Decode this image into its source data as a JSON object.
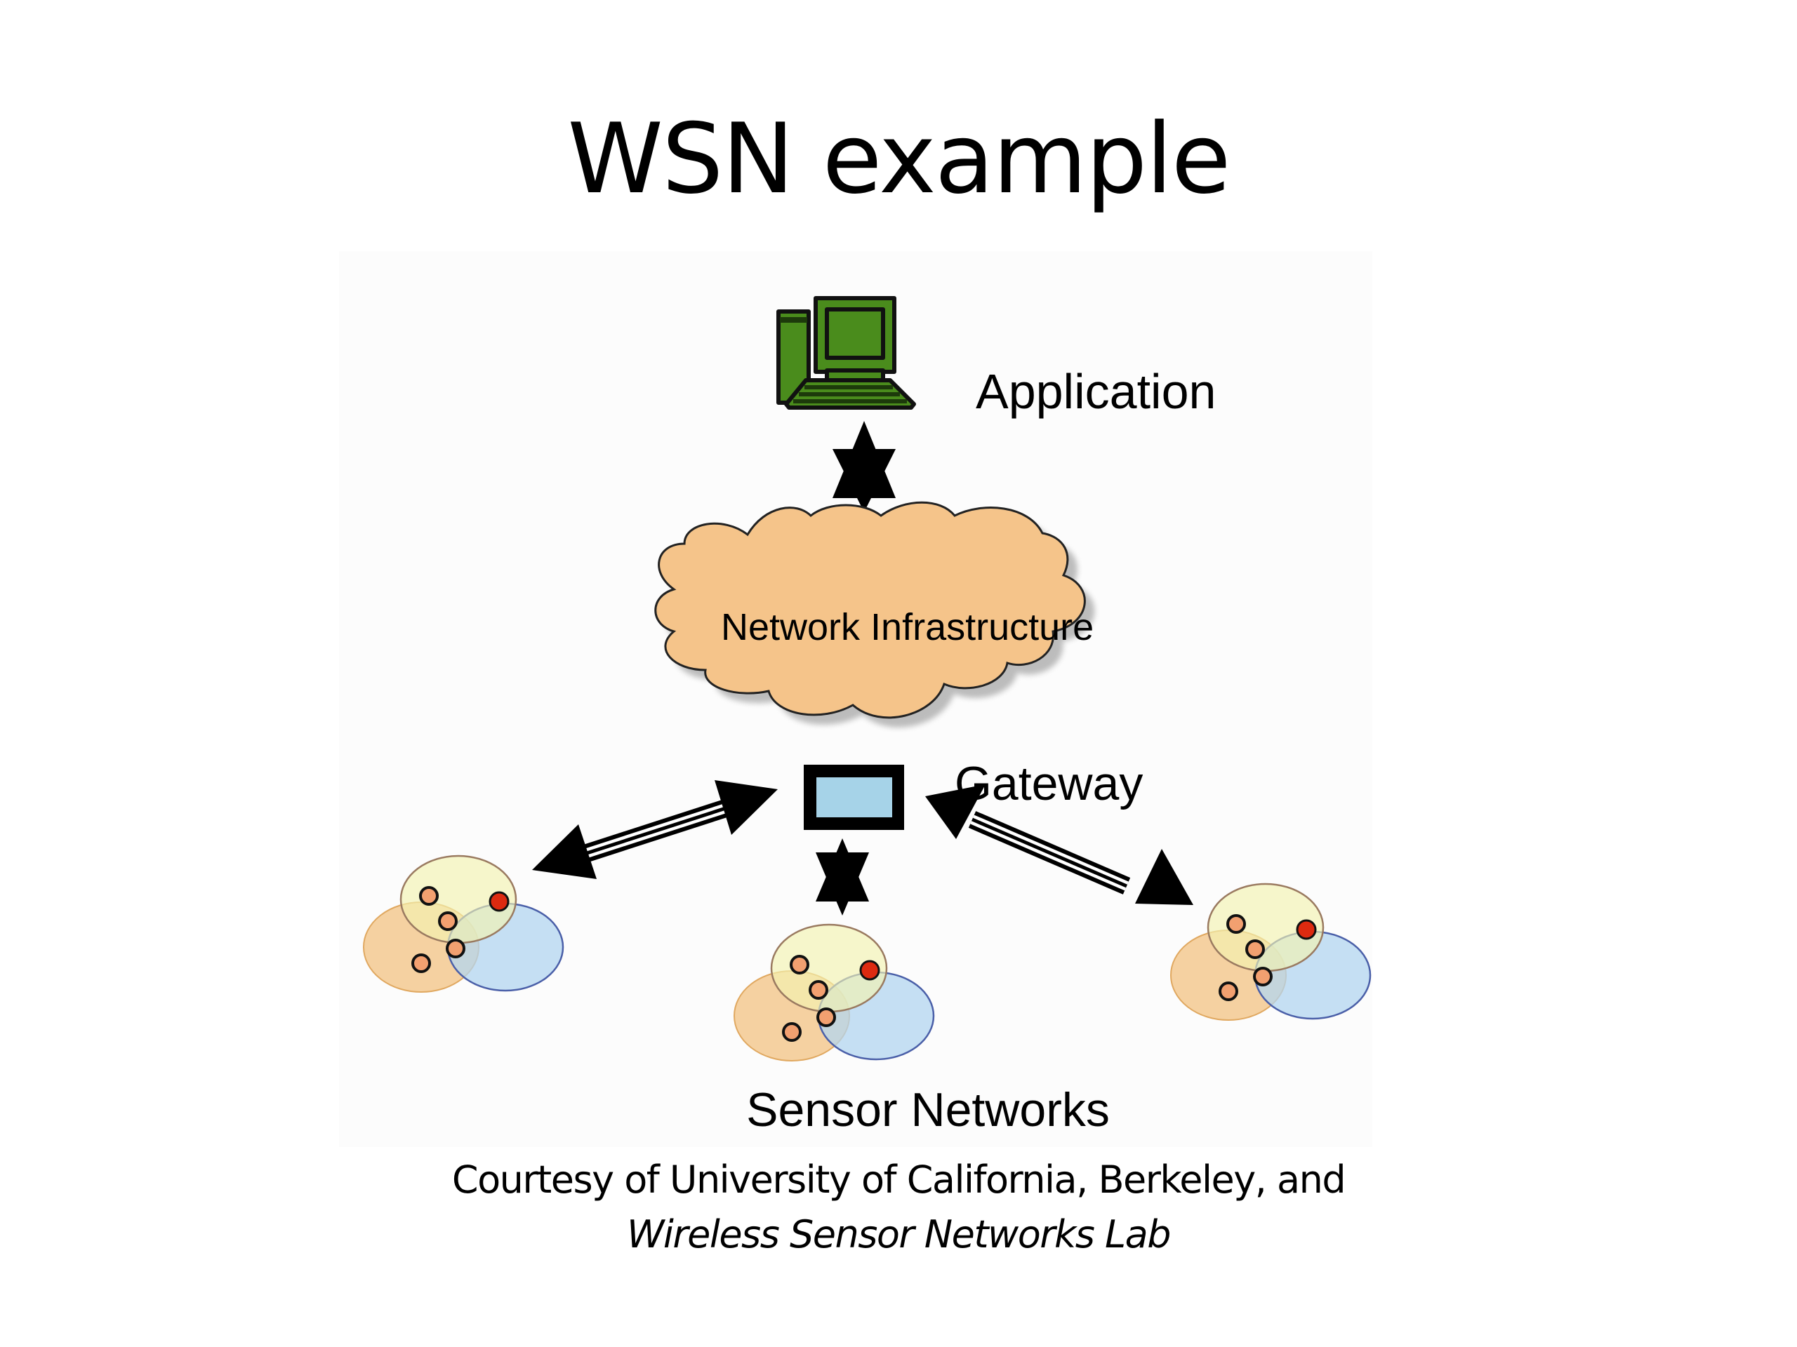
{
  "slide": {
    "title": "WSN example"
  },
  "diagram": {
    "application_label": "Application",
    "network_label": "Network Infrastructure",
    "gateway_label": "Gateway",
    "sensor_networks_label": "Sensor Networks",
    "icons": {
      "application": "computer-icon",
      "gateway": "gateway-box-icon",
      "links": "bidirectional-arrow-icon",
      "network": "cloud-icon"
    },
    "sensor_clusters": [
      {
        "name": "left",
        "node_count": 4,
        "sink_count": 1
      },
      {
        "name": "center",
        "node_count": 4,
        "sink_count": 1
      },
      {
        "name": "right",
        "node_count": 4,
        "sink_count": 1
      }
    ],
    "colors": {
      "computer": "#4a8c1c",
      "cloud": "#f5c48a",
      "gateway_fill": "#a6d3e8",
      "coverage_yellow": "#f3f3b0",
      "coverage_orange": "#f2c68a",
      "coverage_blue": "#b3d5f0",
      "node": "#f2a070",
      "sink_node": "#dd2a10"
    }
  },
  "caption": {
    "line1": "Courtesy of University of California, Berkeley, and",
    "line2": "Wireless Sensor Networks Lab"
  }
}
